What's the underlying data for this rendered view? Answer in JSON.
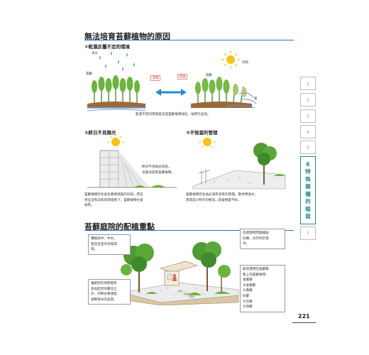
{
  "section1": {
    "title": "無法培育苔蘚植物的原因",
    "item1": {
      "title": "①乾濕反覆不定的環境",
      "labels": {
        "water": "水分",
        "moss_left": "苔蘚",
        "moss_right": "苔蘚",
        "sun": "日照",
        "wind": "風"
      },
      "state_wet": "溫潤",
      "state_dry": "乾燥",
      "caption": "乾濕不定的環境是造成苔蘚植物弱化、枯死的主因。"
    },
    "item2": {
      "title": "②終日不見陽光",
      "callout": [
        "終日不見陽光的話，",
        "也無法培育苔蘚植物。"
      ],
      "text": [
        "苔蘚植物的生長也需要適當的日照，若在",
        "完全沒有日照的環境底下，苔蘚植物也會",
        "枯死。"
      ]
    },
    "item3": {
      "title": "③不恰當的管理",
      "text": [
        "苔蘚植物的生長必須有妥善的管理，夏季時澆水，",
        "若疏成①所示的情況，就會相當不妙。"
      ]
    }
  },
  "section2": {
    "title": "苔蘚庭院的配植重點",
    "notes": {
      "tree_planting": [
        "種植高中、中木，",
        "營造合宜的日陰環",
        "境。"
      ],
      "around_building": [
        "在建築物周圍鋪設",
        "砂礫，也可利於排",
        "水。"
      ],
      "terrain": [
        "讓庭院的地勢能有",
        "高低起伏的變化之",
        "外，同時也要適度",
        "調整排水的品質。"
      ],
      "moss_species": [
        "經常使用在苔蘚栽",
        "栽上的苔蘚植物：",
        "金髮蘚",
        "大金髮蘚",
        "大葉蘚",
        "砂蘚",
        "大灰蘚",
        "大燈蘚"
      ]
    }
  },
  "tabs": [
    "1",
    "2",
    "3",
    "4",
    "5",
    "6",
    "7"
  ],
  "active_tab": {
    "number": "6",
    "label": [
      "特",
      "殊",
      "樹",
      "種",
      "的",
      "植",
      "栽"
    ]
  },
  "page_number": "221",
  "colors": {
    "accent_blue": "#2f6fc0",
    "tab_teal": "#1f8a86",
    "tree_green": "#5aa83a",
    "water_blue": "#5b9bd5"
  }
}
